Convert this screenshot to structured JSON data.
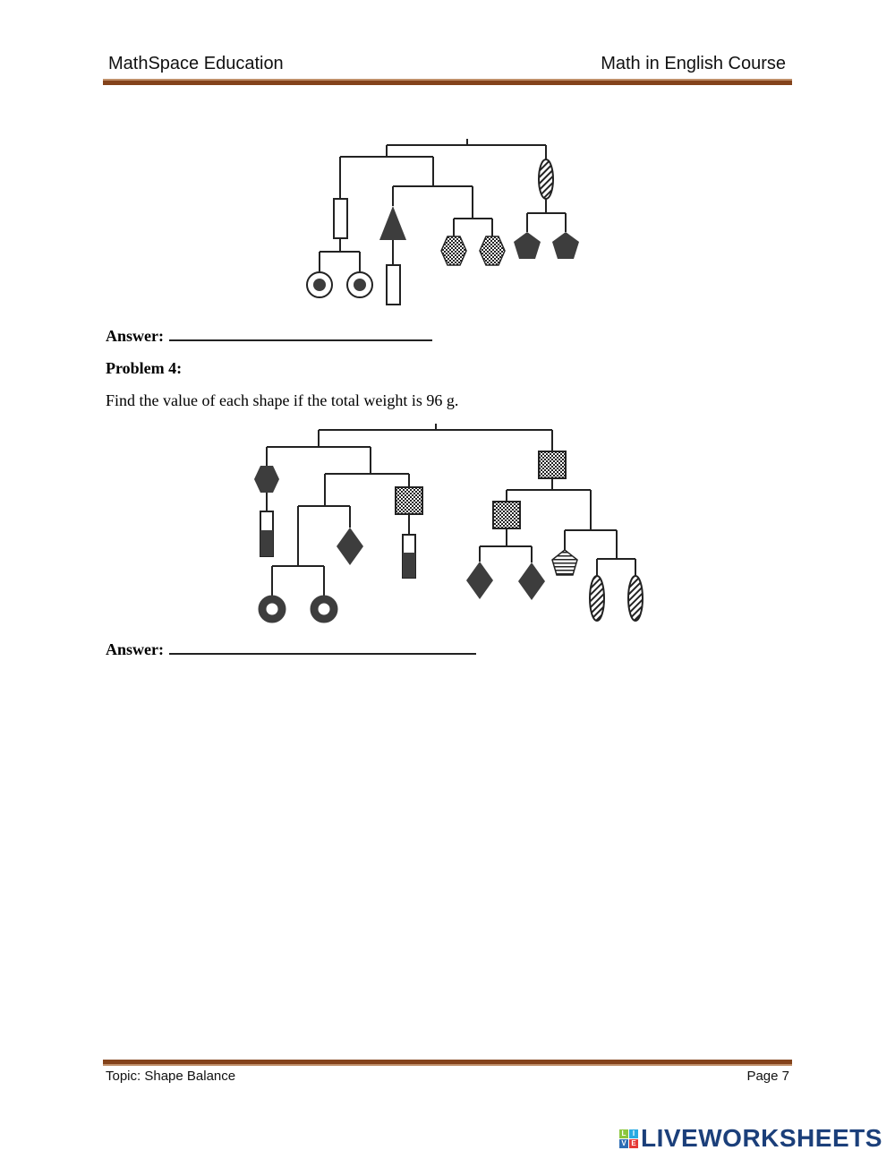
{
  "header": {
    "left": "MathSpace Education",
    "right": "Math in English Course"
  },
  "problem3": {
    "answer_label": "Answer:",
    "answer_value": ""
  },
  "problem4": {
    "title": "Problem 4:",
    "text": "Find the value of each shape if the total weight is 96 g.",
    "answer_label": "Answer:",
    "answer_value": ""
  },
  "footer": {
    "left": "Topic: Shape Balance",
    "right": "Page 7"
  },
  "logo": {
    "tiles": [
      "L",
      "I",
      "V",
      "E"
    ],
    "tile_colors": [
      "#8cc63f",
      "#29abe2",
      "#2e6db4",
      "#e53935"
    ],
    "word": "LIVEWORKSHEETS",
    "color": "#1b3f7a"
  },
  "colors": {
    "rule_dark": "#84431b",
    "rule_light": "#c0906a",
    "shape_fill": "#3d3d3d"
  },
  "diagram1_shapes": [
    "rectangle",
    "circle-with-dot",
    "circle-with-dot",
    "triangle",
    "rectangle",
    "checkered-hexagon",
    "checkered-hexagon",
    "striped-oval",
    "pentagon",
    "pentagon"
  ],
  "diagram2_shapes": [
    "hexagon",
    "half-filled-rectangle",
    "diamond",
    "ring",
    "ring",
    "checkered-square",
    "half-filled-rectangle",
    "checkered-square",
    "checkered-square",
    "diamond",
    "diamond",
    "striped-pentagon",
    "striped-oval",
    "striped-oval"
  ]
}
